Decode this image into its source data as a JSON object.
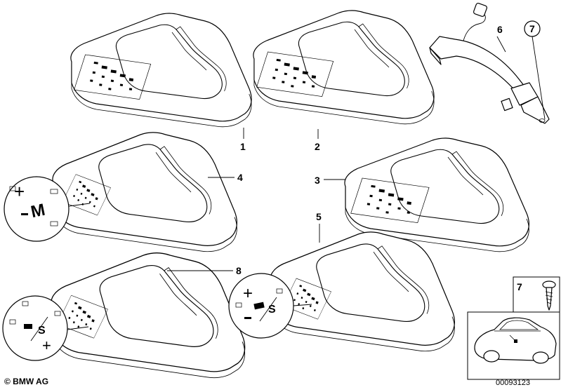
{
  "labels": {
    "p1": "1",
    "p2": "2",
    "p3": "3",
    "p4": "4",
    "p5": "5",
    "p6": "6",
    "p7_circle": "7",
    "p7_box": "7",
    "p8": "8"
  },
  "insets": {
    "plus": "+",
    "minus": "-",
    "m": "M",
    "s": "S"
  },
  "footer": {
    "copyright": "© BMW AG",
    "doc_number": "00093123"
  }
}
